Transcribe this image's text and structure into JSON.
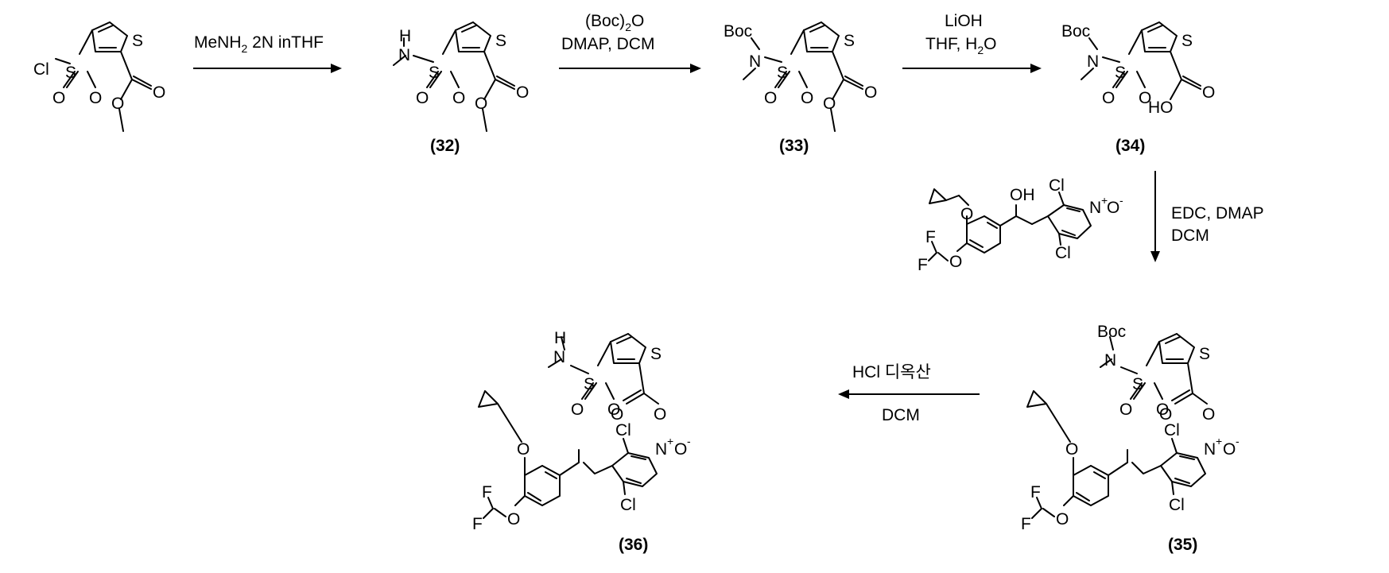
{
  "atoms": {
    "S": "S",
    "O": "O",
    "Cl": "Cl",
    "N": "N",
    "H": "H",
    "Boc": "Boc",
    "HO": "HO",
    "OH": "OH",
    "F": "F",
    "plus": "+",
    "minus": "-"
  },
  "compounds": {
    "c32": "(32)",
    "c33": "(33)",
    "c34": "(34)",
    "c35": "(35)",
    "c36": "(36)"
  },
  "conditions": {
    "step1": {
      "reagent_a": "MeNH",
      "sub": "2",
      "reagent_b": " 2N inTHF"
    },
    "step2": {
      "line1_a": "(Boc)",
      "line1_sub": "2",
      "line1_b": "O",
      "line2": "DMAP, DCM"
    },
    "step3": {
      "line1": "LiOH",
      "line2_a": "THF, H",
      "line2_sub": "2",
      "line2_b": "O"
    },
    "step4": {
      "line1": "EDC, DMAP",
      "line2": "DCM"
    },
    "step5": {
      "line1": "HCl  디옥산",
      "line2": "DCM"
    }
  }
}
